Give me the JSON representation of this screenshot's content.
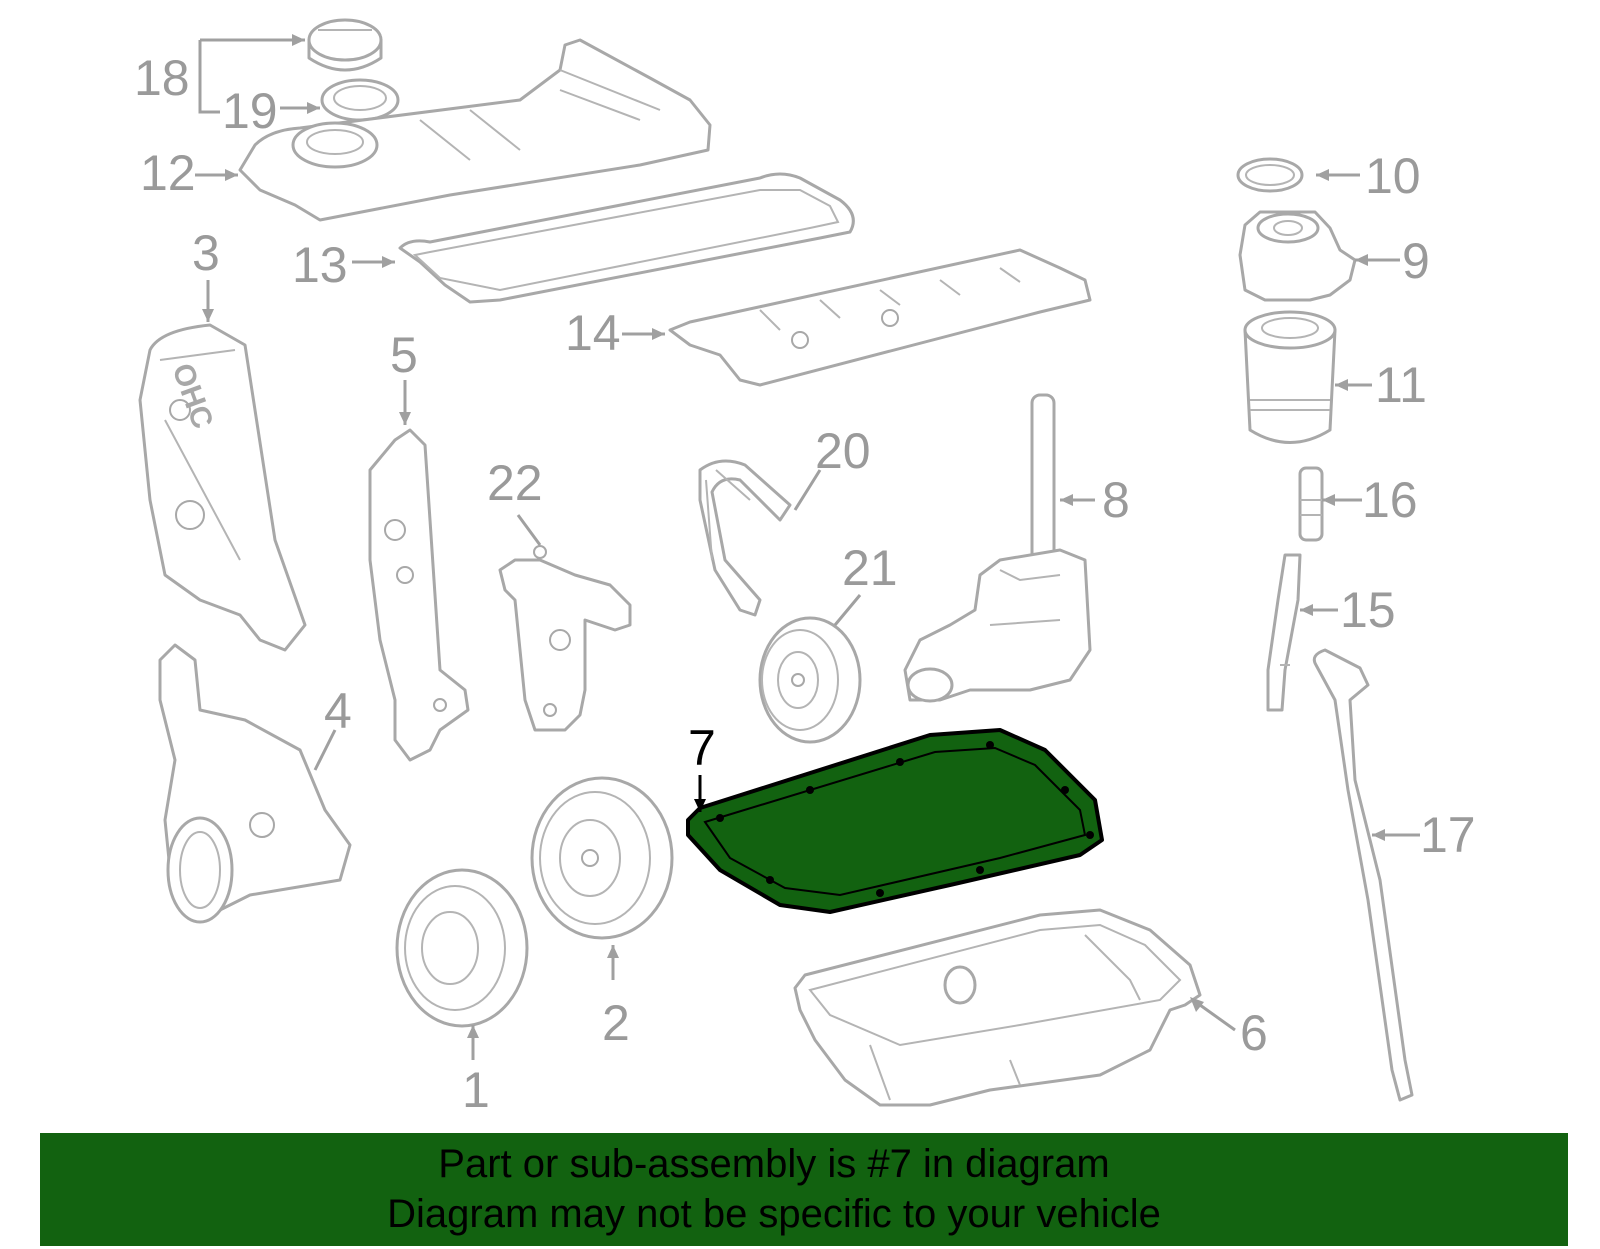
{
  "callouts": {
    "c1": "1",
    "c2": "2",
    "c3": "3",
    "c4": "4",
    "c5": "5",
    "c6": "6",
    "c7": "7",
    "c8": "8",
    "c9": "9",
    "c10": "10",
    "c11": "11",
    "c12": "12",
    "c13": "13",
    "c14": "14",
    "c15": "15",
    "c16": "16",
    "c17": "17",
    "c18": "18",
    "c19": "19",
    "c20": "20",
    "c21": "21",
    "c22": "22"
  },
  "stamp": "OHC",
  "highlight": {
    "part": "7",
    "fill": "#126210",
    "stroke": "#000000"
  },
  "banner": {
    "line1": "Part or sub-assembly is #7 in diagram",
    "line2": "Diagram may not be specific to your vehicle",
    "background": "#126210"
  },
  "colors": {
    "outline": "#a8a8a8",
    "label": "#9a9a9a"
  }
}
